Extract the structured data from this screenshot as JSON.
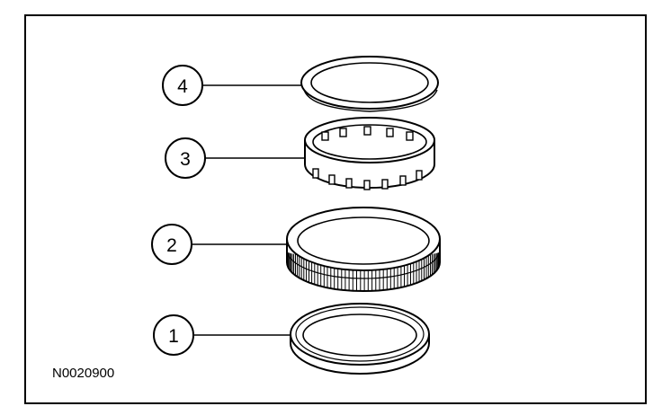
{
  "figure": {
    "reference_code": "N0020900",
    "callouts": [
      {
        "number": "4",
        "part_icon": "flat-ring-icon"
      },
      {
        "number": "3",
        "part_icon": "roller-cage-icon"
      },
      {
        "number": "2",
        "part_icon": "knurled-race-icon"
      },
      {
        "number": "1",
        "part_icon": "thrust-washer-icon"
      }
    ]
  }
}
